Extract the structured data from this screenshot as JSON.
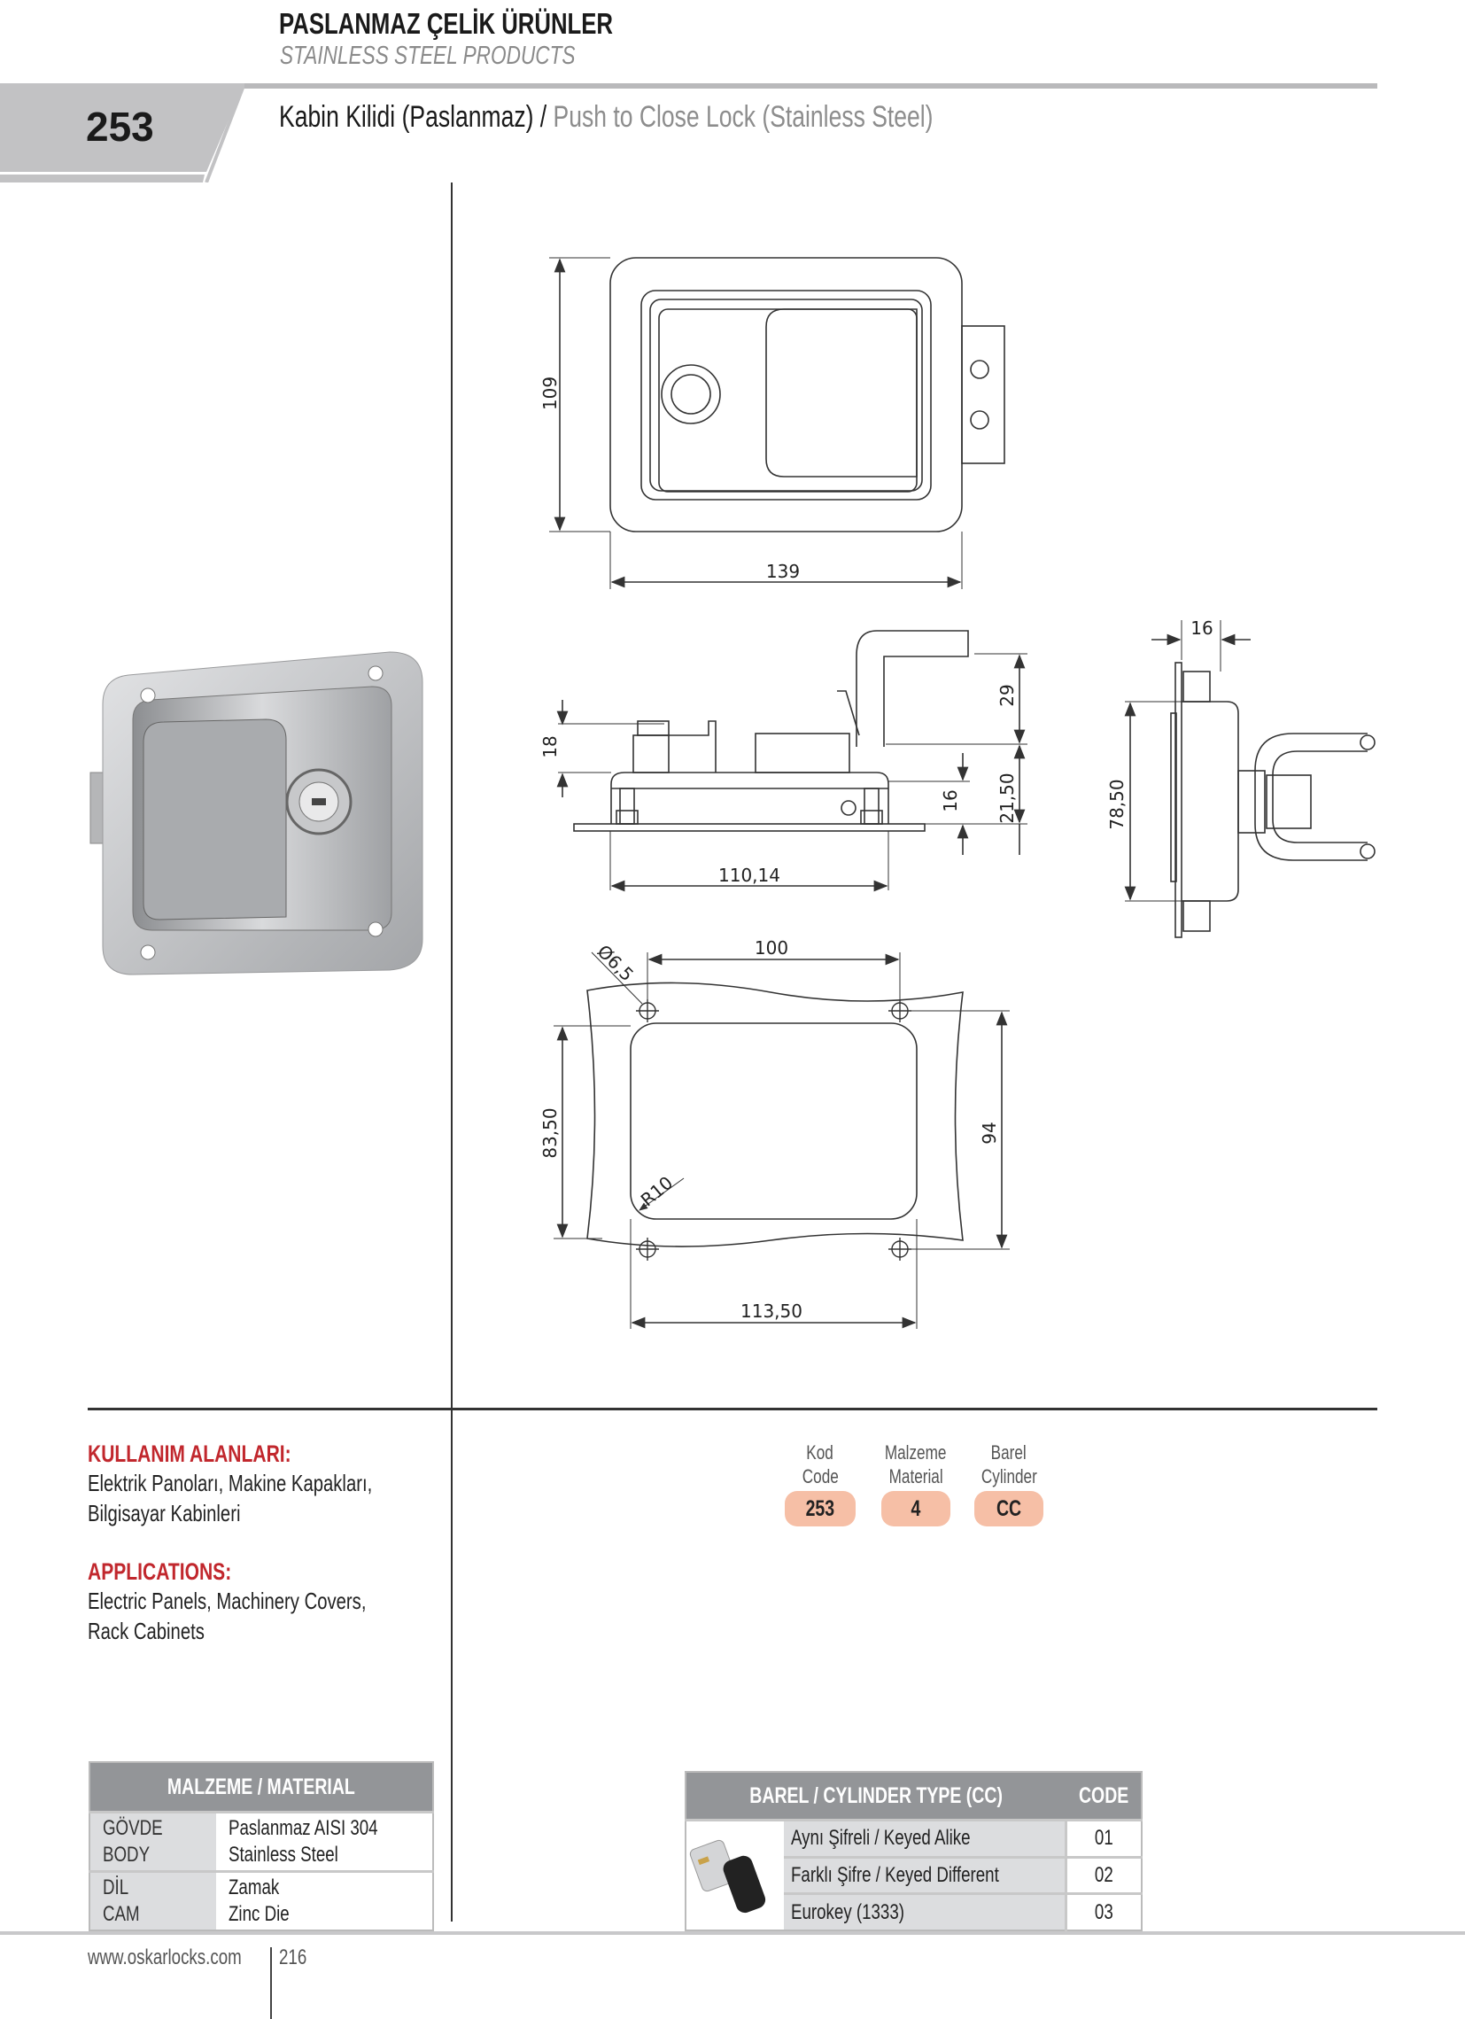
{
  "header": {
    "title_tr": "PASLANMAZ ÇELİK ÜRÜNLER",
    "title_en": "STAINLESS STEEL PRODUCTS",
    "product_number": "253",
    "product_title_tr": "Kabin Kilidi (Paslanmaz) /",
    "product_title_en": "Push to Close Lock (Stainless Steel)"
  },
  "drawing": {
    "front": {
      "height": "109",
      "width": "139"
    },
    "side": {
      "d18": "18",
      "d29": "29",
      "d16": "16",
      "d2150": "21,50",
      "d11014": "110,14"
    },
    "rear": {
      "d16": "16",
      "d7850": "78,50"
    },
    "cutout": {
      "d100": "100",
      "hole": "Ø6,5",
      "d8350": "83,50",
      "d94": "94",
      "radius": "R10",
      "d11350": "113,50"
    }
  },
  "usage": {
    "heading_tr": "KULLANIM ALANLARI:",
    "lines_tr": [
      "Elektrik Panoları, Makine Kapakları,",
      "Bilgisayar Kabinleri"
    ],
    "heading_en": "APPLICATIONS:",
    "lines_en": [
      "Electric Panels, Machinery Covers,",
      "Rack Cabinets"
    ]
  },
  "code_builder": [
    {
      "label_tr": "Kod",
      "label_en": "Code",
      "value": "253"
    },
    {
      "label_tr": "Malzeme",
      "label_en": "Material",
      "value": "4"
    },
    {
      "label_tr": "Barel",
      "label_en": "Cylinder",
      "value": "CC"
    }
  ],
  "material_table": {
    "header": "MALZEME / MATERIAL",
    "rows": [
      {
        "part_tr": "GÖVDE",
        "part_en": "BODY",
        "mat_tr": "Paslanmaz AISI 304",
        "mat_en": "Stainless Steel"
      },
      {
        "part_tr": "DİL",
        "part_en": "CAM",
        "mat_tr": "Zamak",
        "mat_en": "Zinc Die"
      }
    ]
  },
  "cylinder_table": {
    "header_type": "BAREL / CYLINDER TYPE (CC)",
    "header_code": "CODE",
    "rows": [
      {
        "type": "Aynı Şifreli / Keyed Alike",
        "code": "01"
      },
      {
        "type": "Farklı Şifre / Keyed Different",
        "code": "02"
      },
      {
        "type": "Eurokey (1333)",
        "code": "03"
      }
    ]
  },
  "footer": {
    "url": "www.oskarlocks.com",
    "page": "216"
  },
  "colors": {
    "accent_red": "#c1272d",
    "badge": "#f6bfa6",
    "table_header": "#939598",
    "band": "#b9b9bb"
  }
}
